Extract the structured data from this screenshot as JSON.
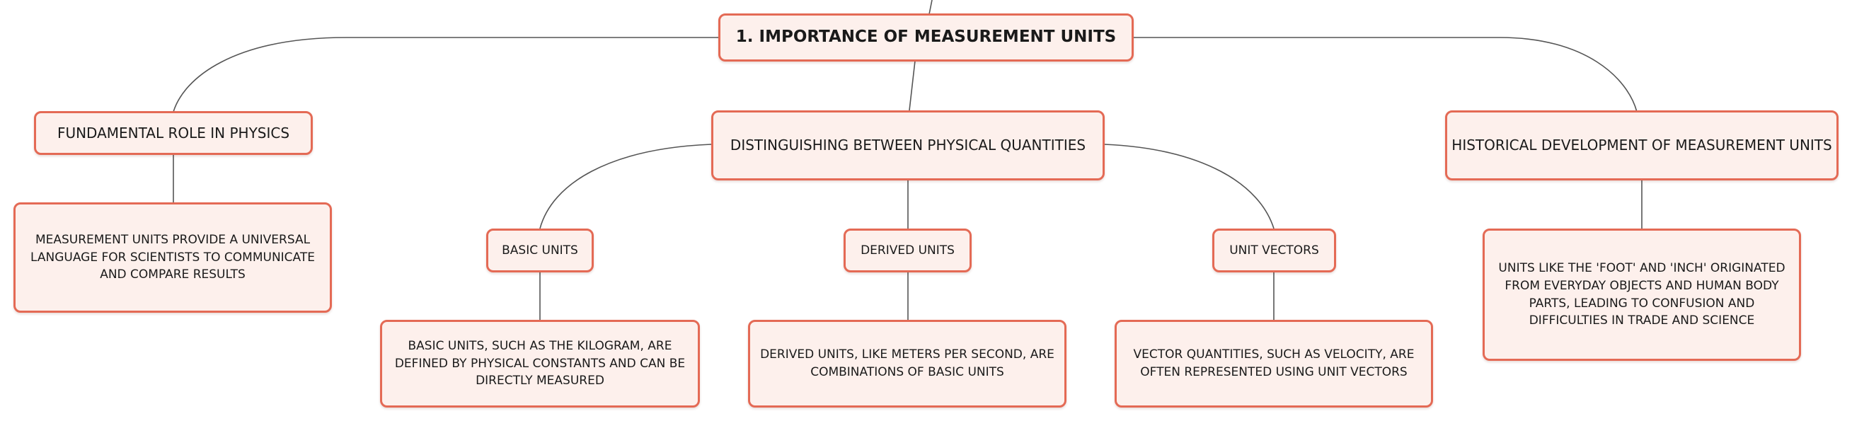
{
  "colors": {
    "border": "#e46a55",
    "fill": "#fdf0ec",
    "edge": "#555555"
  },
  "root": {
    "label": "1. IMPORTANCE OF MEASUREMENT UNITS"
  },
  "branches": {
    "fundamental": {
      "label": "FUNDAMENTAL ROLE IN PHYSICS",
      "detail": "MEASUREMENT UNITS PROVIDE A UNIVERSAL LANGUAGE FOR SCIENTISTS TO COMMUNICATE AND COMPARE RESULTS"
    },
    "distinguishing": {
      "label": "DISTINGUISHING BETWEEN PHYSICAL QUANTITIES",
      "children": {
        "basic": {
          "label": "BASIC UNITS",
          "detail": "BASIC UNITS, SUCH AS THE KILOGRAM, ARE DEFINED BY PHYSICAL CONSTANTS AND CAN BE DIRECTLY MEASURED"
        },
        "derived": {
          "label": "DERIVED UNITS",
          "detail": "DERIVED UNITS, LIKE METERS PER SECOND, ARE COMBINATIONS OF BASIC UNITS"
        },
        "vectors": {
          "label": "UNIT VECTORS",
          "detail": "VECTOR QUANTITIES, SUCH AS VELOCITY, ARE OFTEN REPRESENTED USING UNIT VECTORS"
        }
      }
    },
    "historical": {
      "label": "HISTORICAL DEVELOPMENT OF MEASUREMENT UNITS",
      "detail": "UNITS LIKE THE 'FOOT' AND 'INCH' ORIGINATED FROM EVERYDAY OBJECTS AND HUMAN BODY PARTS, LEADING TO CONFUSION AND DIFFICULTIES IN TRADE AND SCIENCE"
    }
  }
}
